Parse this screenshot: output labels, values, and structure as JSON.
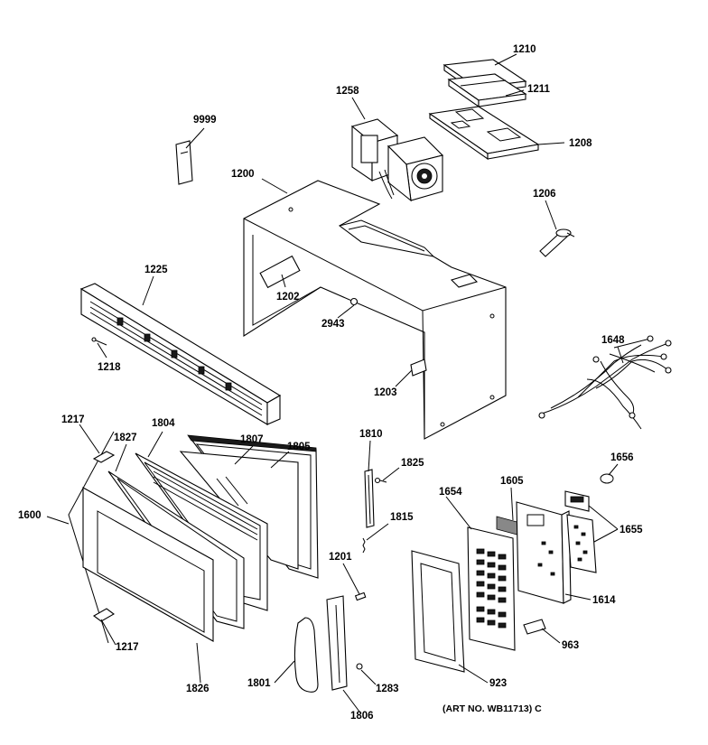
{
  "figure": {
    "art_number": "(ART NO. WB11713) C"
  },
  "parts": [
    {
      "id": "p1210",
      "label": "1210"
    },
    {
      "id": "p1211",
      "label": "1211"
    },
    {
      "id": "p1258",
      "label": "1258"
    },
    {
      "id": "p1208",
      "label": "1208"
    },
    {
      "id": "p9999",
      "label": "9999"
    },
    {
      "id": "p1200",
      "label": "1200"
    },
    {
      "id": "p1206",
      "label": "1206"
    },
    {
      "id": "p1225",
      "label": "1225"
    },
    {
      "id": "p1202",
      "label": "1202"
    },
    {
      "id": "p2943",
      "label": "2943"
    },
    {
      "id": "p1218",
      "label": "1218"
    },
    {
      "id": "p1648",
      "label": "1648"
    },
    {
      "id": "p1203",
      "label": "1203"
    },
    {
      "id": "p1217a",
      "label": "1217"
    },
    {
      "id": "p1804",
      "label": "1804"
    },
    {
      "id": "p1807",
      "label": "1807"
    },
    {
      "id": "p1805",
      "label": "1805"
    },
    {
      "id": "p1810",
      "label": "1810"
    },
    {
      "id": "p1827",
      "label": "1827"
    },
    {
      "id": "p1825",
      "label": "1825"
    },
    {
      "id": "p1656",
      "label": "1656"
    },
    {
      "id": "p1605",
      "label": "1605"
    },
    {
      "id": "p1654",
      "label": "1654"
    },
    {
      "id": "p1600",
      "label": "1600"
    },
    {
      "id": "p1815",
      "label": "1815"
    },
    {
      "id": "p1655",
      "label": "1655"
    },
    {
      "id": "p1201",
      "label": "1201"
    },
    {
      "id": "p1614",
      "label": "1614"
    },
    {
      "id": "p963",
      "label": "963"
    },
    {
      "id": "p1217b",
      "label": "1217"
    },
    {
      "id": "p1801",
      "label": "1801"
    },
    {
      "id": "p923",
      "label": "923"
    },
    {
      "id": "p1826",
      "label": "1826"
    },
    {
      "id": "p1283",
      "label": "1283"
    },
    {
      "id": "p1806",
      "label": "1806"
    }
  ]
}
